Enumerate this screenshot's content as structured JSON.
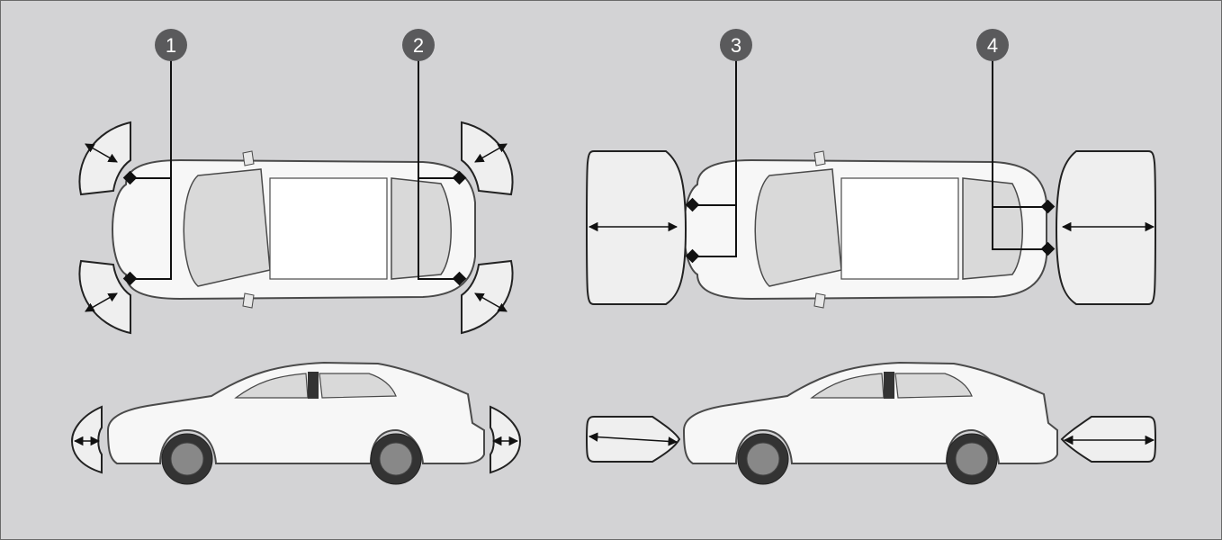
{
  "callouts": [
    {
      "label": "1"
    },
    {
      "label": "2"
    },
    {
      "label": "3"
    },
    {
      "label": "4"
    }
  ],
  "colors": {
    "background": "#d3d3d5",
    "zone_fill": "#efefef",
    "callout_fill": "#5a5a5c",
    "callout_text": "#ffffff",
    "line": "#111111",
    "car_body": "#f7f7f7",
    "car_outline": "#4a4a4a",
    "glass": "#d9d9d9",
    "tire": "#333333"
  },
  "icons": {
    "sensor": "sensor-diamond-icon",
    "range": "double-arrow-icon",
    "car_top": "car-top-view-icon",
    "car_side": "car-side-view-icon"
  }
}
